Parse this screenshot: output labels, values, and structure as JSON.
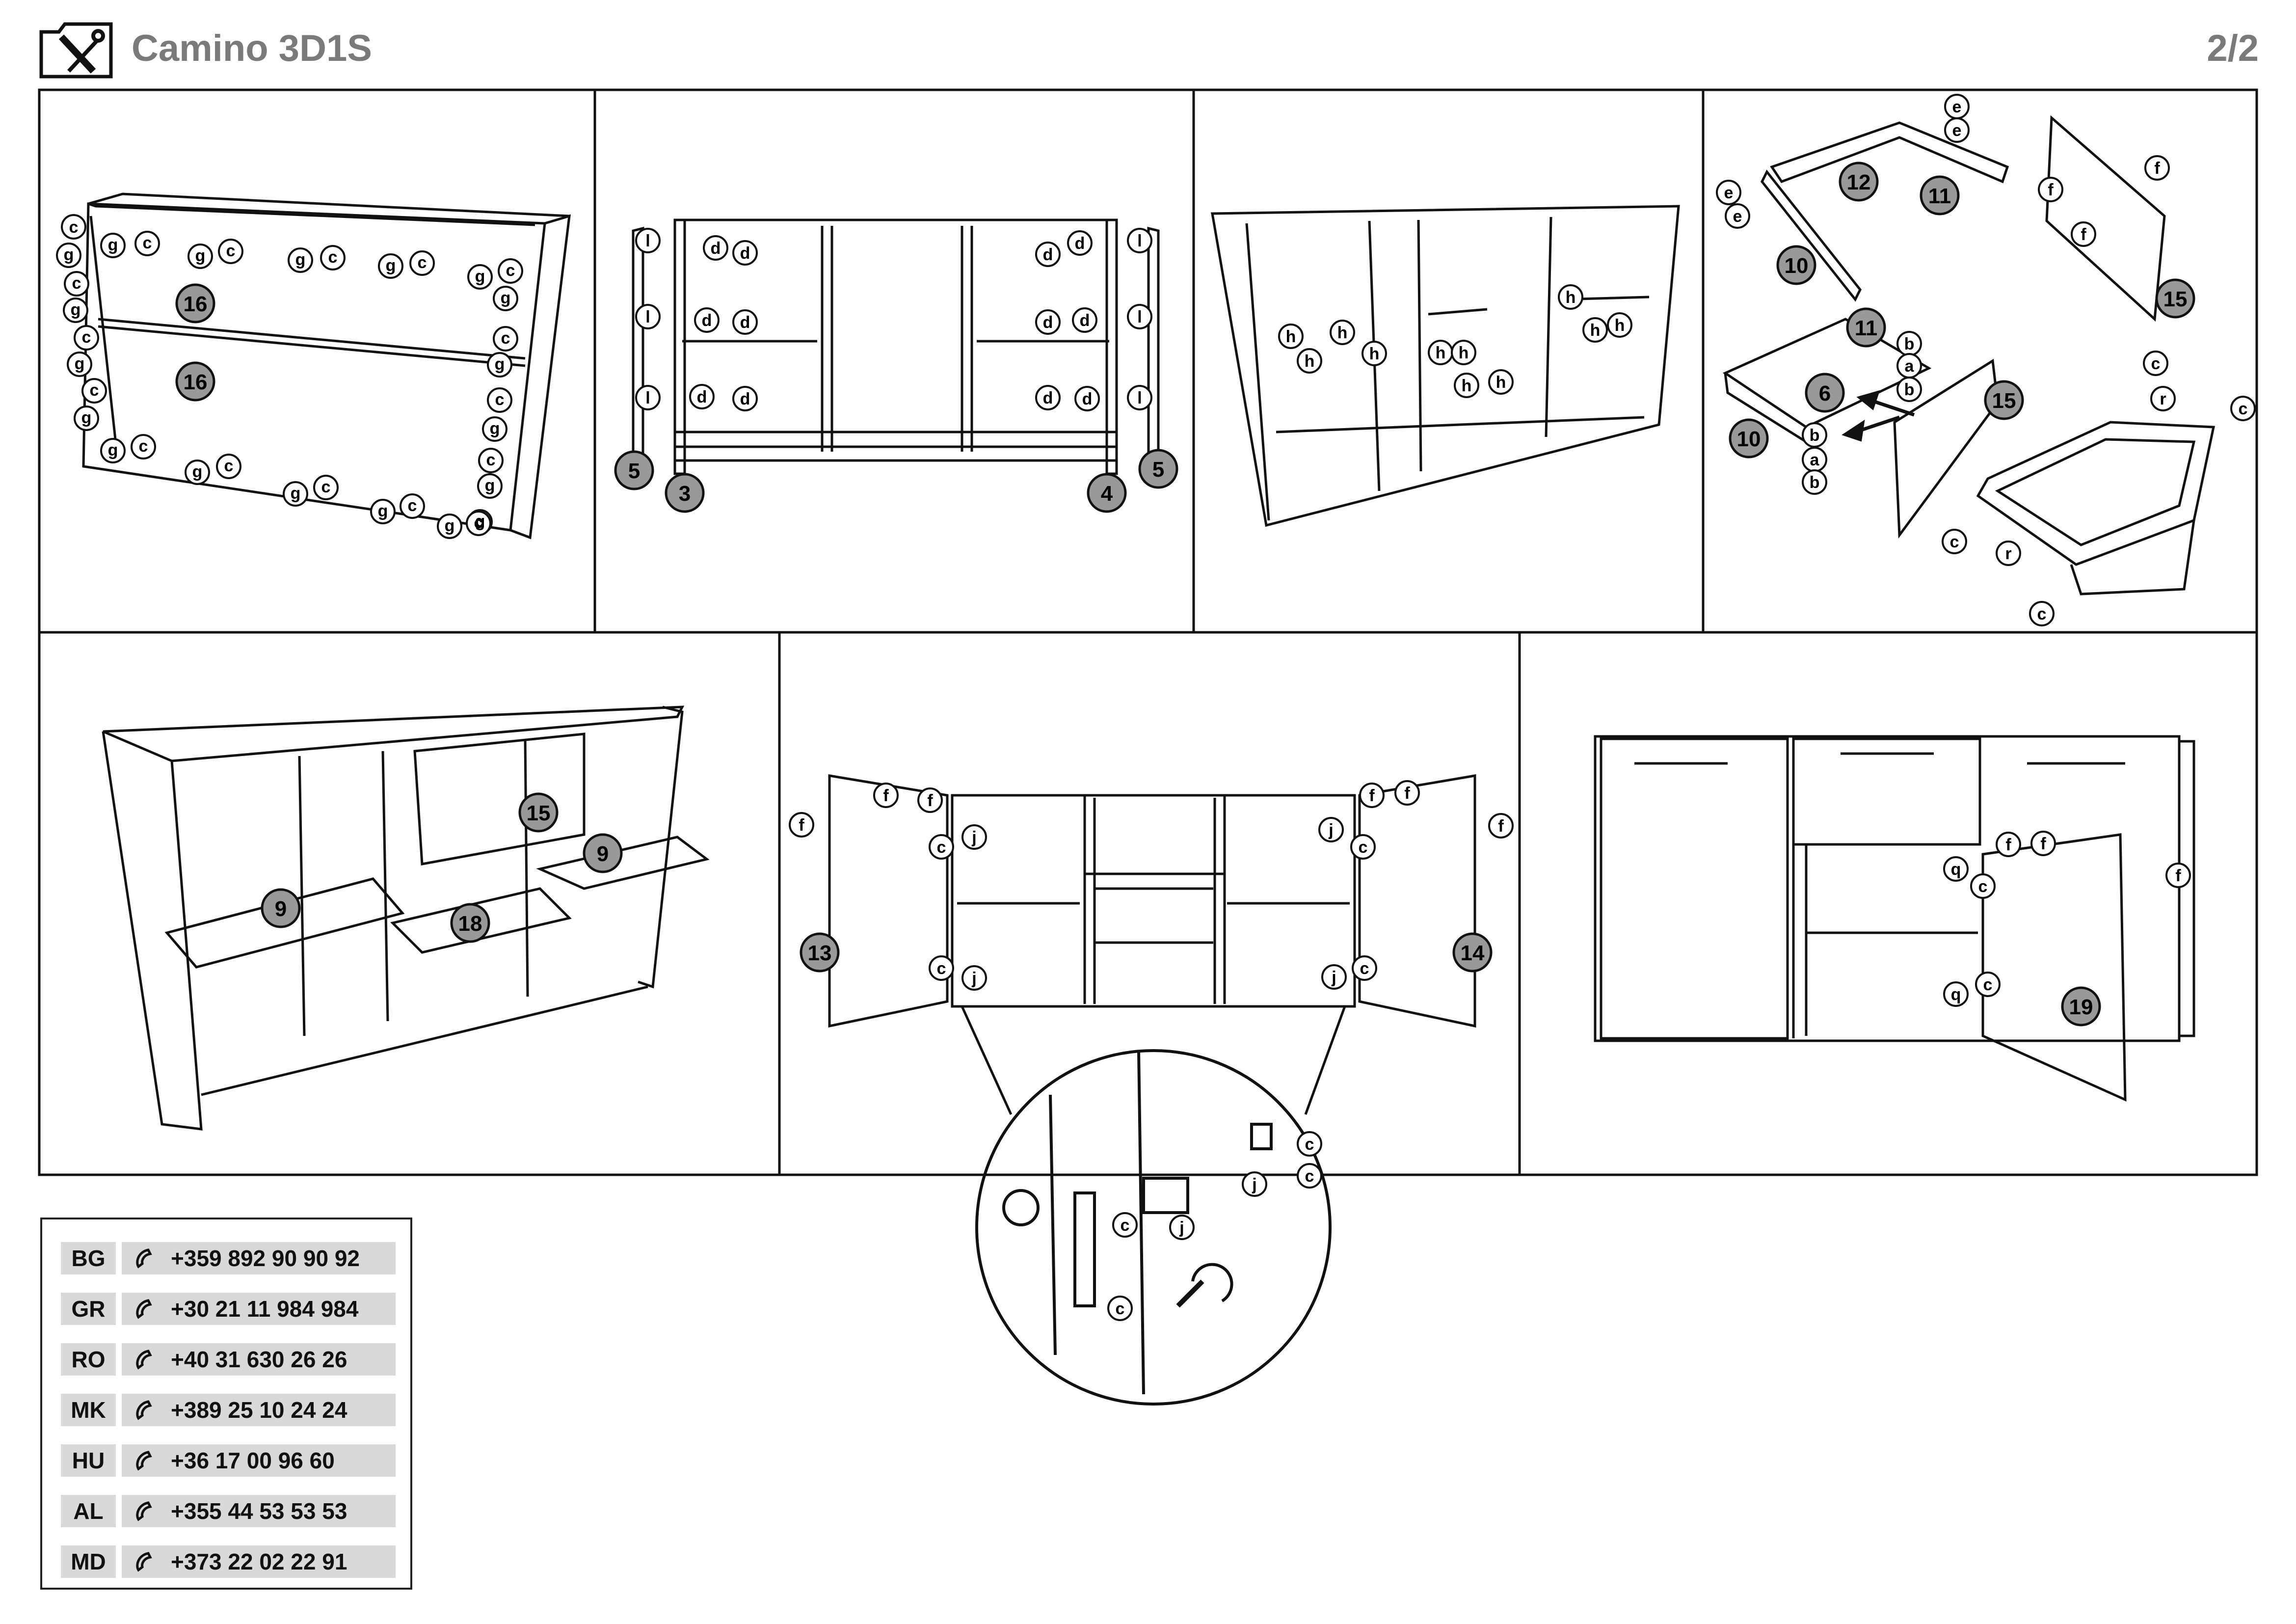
{
  "header": {
    "title": "Camino 3D1S",
    "page": "2/2",
    "icon": "tools-icon"
  },
  "steps": {
    "step1": {
      "parts": [
        "16",
        "16"
      ],
      "fittings": [
        "c",
        "g"
      ]
    },
    "step2": {
      "parts": [
        "5",
        "3",
        "4",
        "5"
      ],
      "fittings": [
        "l",
        "d"
      ]
    },
    "step3": {
      "fittings": [
        "h"
      ]
    },
    "step4": {
      "parts": [
        "12",
        "11",
        "10",
        "15",
        "11",
        "6",
        "10",
        "15"
      ],
      "fittings": [
        "e",
        "f",
        "b",
        "a",
        "c",
        "r"
      ]
    },
    "step5": {
      "parts": [
        "15",
        "9",
        "9",
        "18"
      ]
    },
    "step6": {
      "parts": [
        "13",
        "14"
      ],
      "fittings": [
        "f",
        "c",
        "j"
      ]
    },
    "step7": {
      "parts": [
        "19"
      ],
      "fittings": [
        "f",
        "q",
        "c"
      ]
    }
  },
  "contacts": [
    {
      "code": "BG",
      "phone": "+359 892 90 90 92"
    },
    {
      "code": "GR",
      "phone": "+30 21 11 984 984"
    },
    {
      "code": "RO",
      "phone": "+40 31 630 26 26"
    },
    {
      "code": "MK",
      "phone": "+389 25 10 24 24"
    },
    {
      "code": "HU",
      "phone": "+36 17 00 96 60"
    },
    {
      "code": "AL",
      "phone": "+355 44 53 53 53"
    },
    {
      "code": "MD",
      "phone": "+373 22 02 22 91"
    }
  ]
}
